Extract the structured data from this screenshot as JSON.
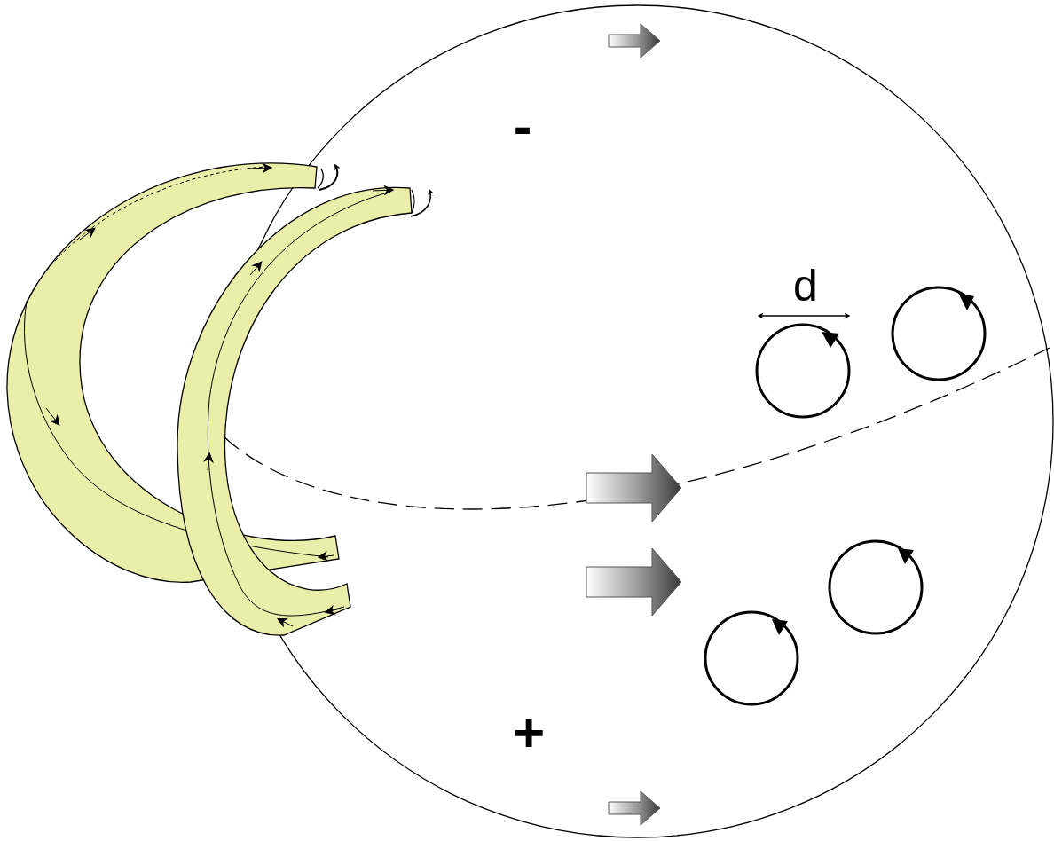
{
  "diagram": {
    "labels": [
      "-",
      "d",
      "+"
    ]
  }
}
